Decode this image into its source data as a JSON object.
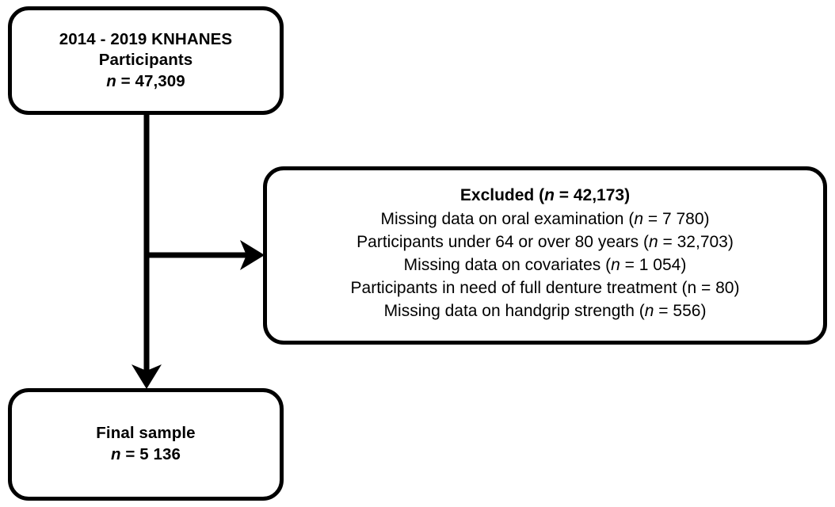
{
  "diagram": {
    "type": "participant-flow-chart",
    "background_color": "#ffffff",
    "stroke_color": "#000000",
    "nodes": {
      "source": {
        "name": "source-population-box",
        "lines": [
          {
            "text": "2014 - 2019 KNHANES",
            "style": "bold"
          },
          {
            "text": "Participants",
            "style": "bold"
          },
          {
            "text": "n = 47,309",
            "style": "bold-italic-n",
            "n_italic": true,
            "value": "47,309"
          }
        ]
      },
      "excluded": {
        "name": "excluded-box",
        "header": {
          "text": "Excluded (n = 42,173)",
          "value": "42,173",
          "n_italic": true
        },
        "reasons": [
          {
            "text": "Missing data on oral examination (n = 7 780)",
            "label": "Missing data on oral examination",
            "value": "7 780",
            "n_italic": true
          },
          {
            "text": "Participants under 64 or over 80 years (n = 32,703)",
            "label": "Participants under 64 or over 80 years",
            "value": "32,703",
            "n_italic": true
          },
          {
            "text": "Missing data on covariates (n = 1 054)",
            "label": "Missing data on covariates",
            "value": "1 054",
            "n_italic": true
          },
          {
            "text": "Participants in need of full denture treatment (n = 80)",
            "label": "Participants in need of full denture treatment",
            "value": "80",
            "n_italic": false
          },
          {
            "text": "Missing data on handgrip strength (n = 556)",
            "label": "Missing data on handgrip strength",
            "value": "556",
            "n_italic": true
          }
        ]
      },
      "final": {
        "name": "final-sample-box",
        "lines": [
          {
            "text": "Final sample",
            "style": "bold"
          },
          {
            "text": "n = 5 136",
            "style": "bold-italic-n",
            "n_italic": true,
            "value": "5 136"
          }
        ]
      }
    },
    "connectors": [
      {
        "name": "source-to-final-vertical",
        "from": "source",
        "to": "final",
        "arrowhead": "down"
      },
      {
        "name": "branch-to-excluded",
        "from": "source-to-final-vertical",
        "to": "excluded",
        "arrowhead": "right"
      }
    ]
  }
}
